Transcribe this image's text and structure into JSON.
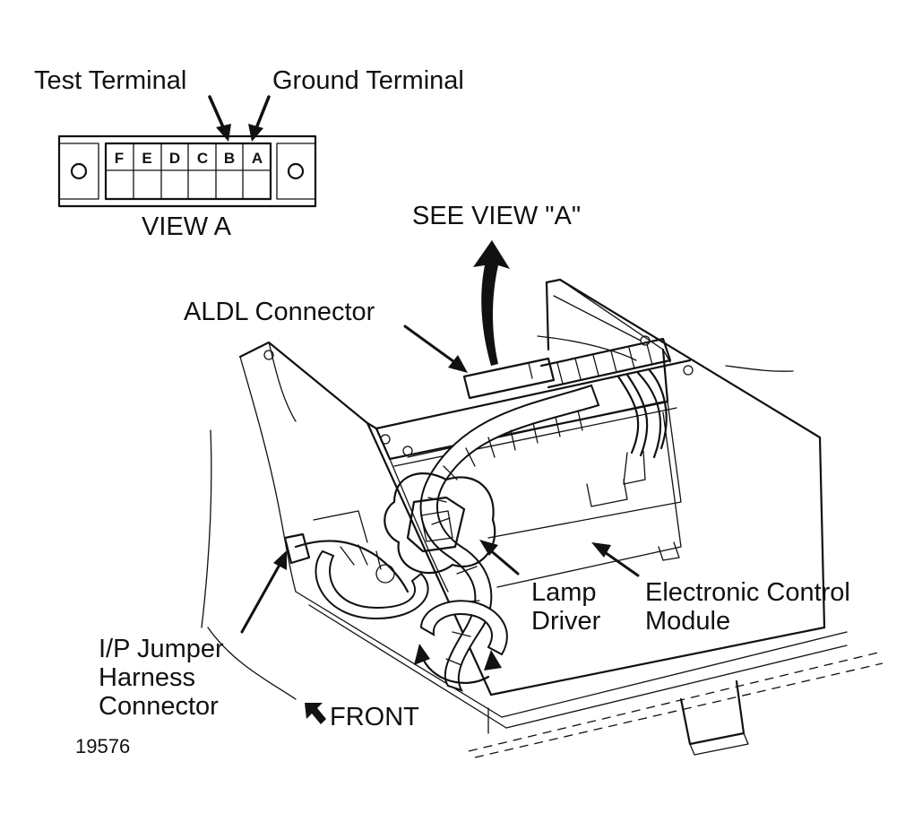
{
  "view_a": {
    "test_terminal_label": "Test Terminal",
    "ground_terminal_label": "Ground Terminal",
    "pins": [
      "F",
      "E",
      "D",
      "C",
      "B",
      "A"
    ],
    "caption": "VIEW A"
  },
  "main": {
    "see_view_label": "SEE VIEW \"A\"",
    "aldl_label": "ALDL Connector",
    "lamp_driver_line1": "Lamp",
    "lamp_driver_line2": "Driver",
    "ecm_line1": "Electronic Control",
    "ecm_line2": "Module",
    "ip_line1": "I/P Jumper",
    "ip_line2": "Harness",
    "ip_line3": "Connector",
    "front_label": "FRONT",
    "figure_number": "19576"
  },
  "colors": {
    "ink": "#111111",
    "paper": "#ffffff"
  }
}
